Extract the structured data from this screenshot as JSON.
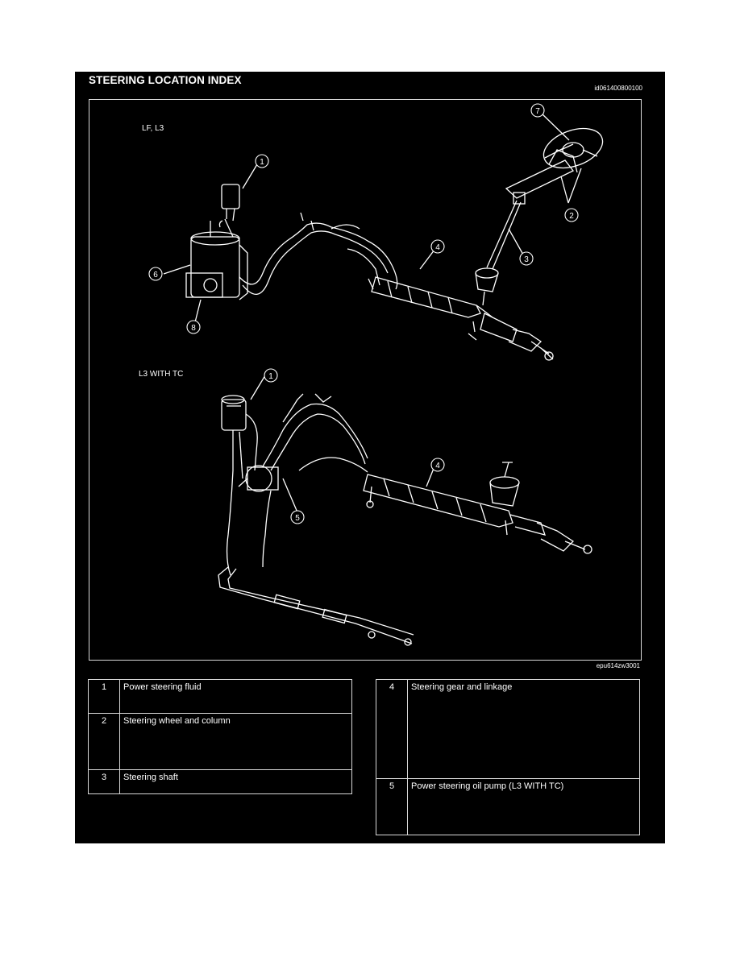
{
  "title": "STEERING LOCATION INDEX",
  "doc_id": "id061400800100",
  "figure_code": "epu614zw3001",
  "sections": {
    "upper": "LF, L3",
    "lower": "L3 WITH TC"
  },
  "callouts": {
    "upper": [
      "1",
      "2",
      "3",
      "4",
      "6",
      "7",
      "8"
    ],
    "lower": [
      "1",
      "4",
      "5"
    ]
  },
  "legend_left": [
    {
      "num": "1",
      "label": "Power steering fluid"
    },
    {
      "num": "2",
      "label": "Steering wheel and column"
    },
    {
      "num": "3",
      "label": "Steering shaft"
    }
  ],
  "legend_right": [
    {
      "num": "4",
      "label": "Steering gear and linkage"
    },
    {
      "num": "5",
      "label": "Power steering oil pump (L3 WITH TC)"
    }
  ]
}
